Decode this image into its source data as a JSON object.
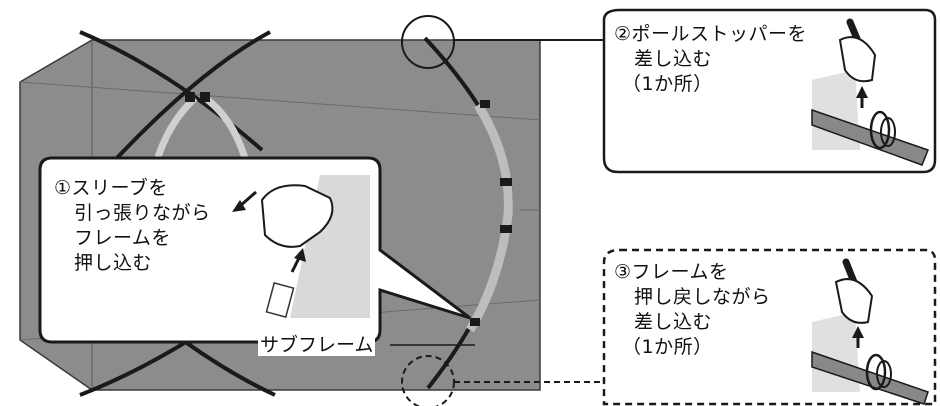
{
  "colors": {
    "tent_fill": "#8c8c8c",
    "tent_edge": "#3a3a3a",
    "pole_dark": "#1a1a1a",
    "sleeve_light": "#c8c8c8",
    "callout_bg": "#ffffff",
    "callout_border": "#1a1a1a"
  },
  "icons": [
    "hand-icon",
    "arrow-up-icon",
    "arrow-down-left-icon",
    "pole-stopper-icon",
    "strap-ring-icon"
  ],
  "callouts": {
    "step1": {
      "lines": [
        "①スリーブを",
        "引っ張りながら",
        "フレームを",
        "押し込む"
      ]
    },
    "step2": {
      "lines": [
        "②ポールストッパーを",
        "差し込む",
        "（1か所）"
      ]
    },
    "step3": {
      "lines": [
        "③フレームを",
        "押し戻しながら",
        "差し込む",
        "（1か所）"
      ]
    }
  },
  "labels": {
    "sub_frame": "サブフレーム"
  }
}
